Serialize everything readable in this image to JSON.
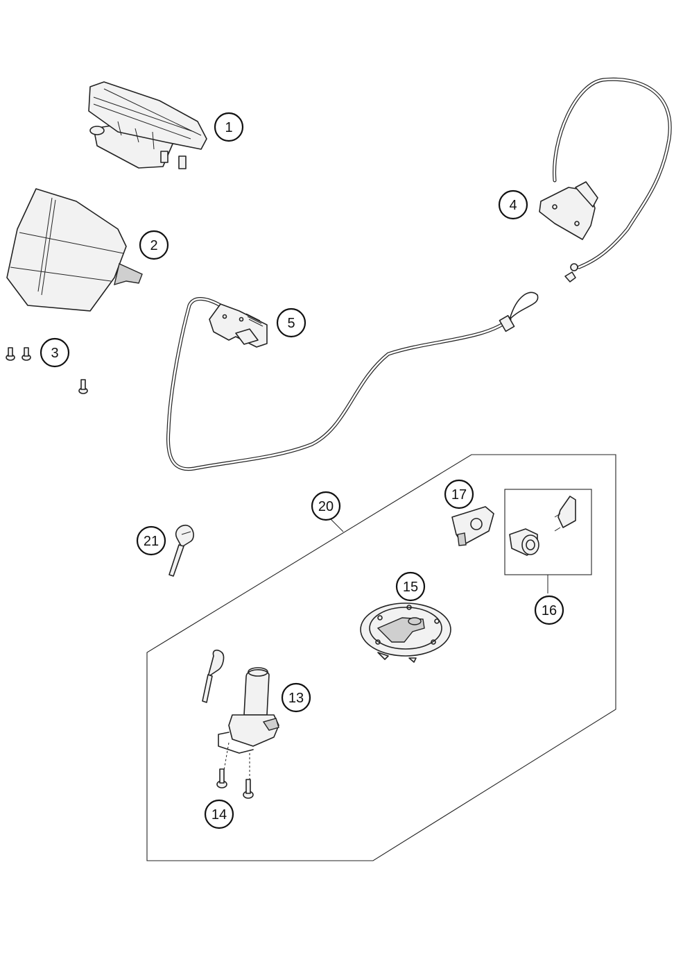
{
  "callouts": [
    {
      "id": "c1",
      "label": "1"
    },
    {
      "id": "c2",
      "label": "2"
    },
    {
      "id": "c3",
      "label": "3"
    },
    {
      "id": "c4",
      "label": "4"
    },
    {
      "id": "c5",
      "label": "5"
    },
    {
      "id": "c13",
      "label": "13"
    },
    {
      "id": "c14",
      "label": "14"
    },
    {
      "id": "c15",
      "label": "15"
    },
    {
      "id": "c16",
      "label": "16"
    },
    {
      "id": "c17",
      "label": "17"
    },
    {
      "id": "c20",
      "label": "20"
    },
    {
      "id": "c21",
      "label": "21"
    }
  ]
}
